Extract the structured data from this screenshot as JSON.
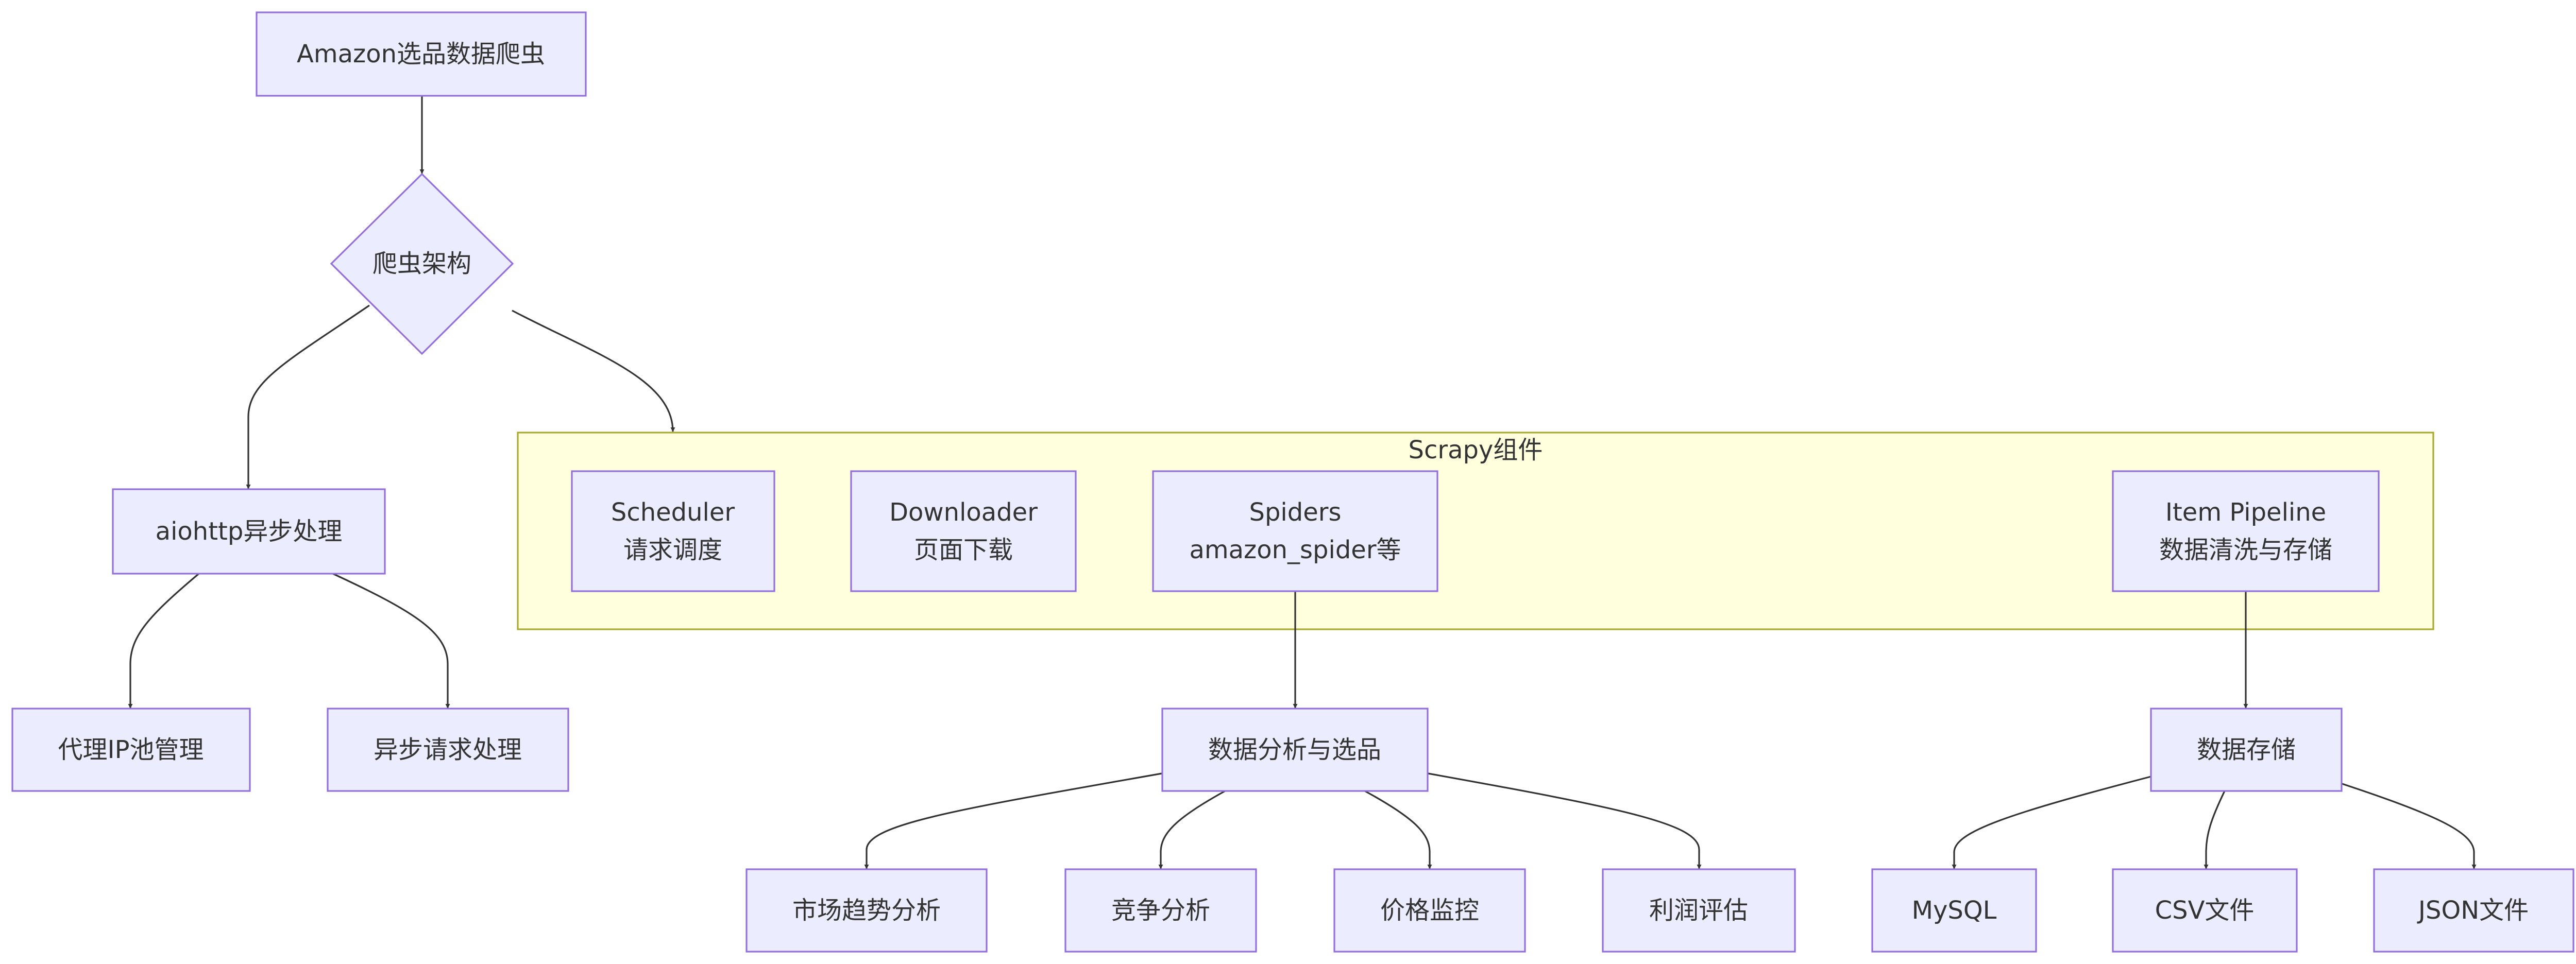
{
  "nodes": {
    "root": {
      "label": "Amazon选品数据爬虫"
    },
    "architecture": {
      "label": "爬虫架构"
    },
    "aiohttp": {
      "label": "aiohttp异步处理"
    },
    "proxy": {
      "label": "代理IP池管理"
    },
    "async_req": {
      "label": "异步请求处理"
    },
    "scheduler": {
      "line1": "Scheduler",
      "line2": "请求调度"
    },
    "downloader": {
      "line1": "Downloader",
      "line2": "页面下载"
    },
    "spiders": {
      "line1": "Spiders",
      "line2": "amazon_spider等"
    },
    "pipeline": {
      "line1": "Item Pipeline",
      "line2": "数据清洗与存储"
    },
    "analysis": {
      "label": "数据分析与选品"
    },
    "storage": {
      "label": "数据存储"
    },
    "market": {
      "label": "市场趋势分析"
    },
    "competition": {
      "label": "竞争分析"
    },
    "price": {
      "label": "价格监控"
    },
    "profit": {
      "label": "利润评估"
    },
    "mysql": {
      "label": "MySQL"
    },
    "csv": {
      "label": "CSV文件"
    },
    "json": {
      "label": "JSON文件"
    }
  },
  "clusters": {
    "scrapy": {
      "label": "Scrapy组件"
    }
  },
  "colors": {
    "node_fill": "#ececff",
    "node_stroke": "#9370db",
    "cluster_fill": "#ffffde",
    "cluster_stroke": "#aaaa33",
    "edge": "#333333",
    "text": "#333333"
  }
}
